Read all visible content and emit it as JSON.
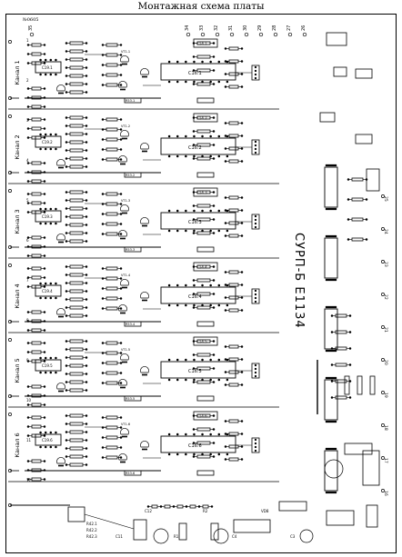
{
  "title": "Монтажная схема платы",
  "board": {
    "serial": "№0605",
    "model_code": "СУРП-Б  Е1134",
    "channels": [
      {
        "label": "Канал 1",
        "big_ic": "C16.1",
        "small_ic": "C19.1",
        "cap": "C14.1",
        "res": "R53.1",
        "tr": "VT1.1"
      },
      {
        "label": "Канал 2",
        "big_ic": "C16.2",
        "small_ic": "C19.2",
        "cap": "C14.2",
        "res": "R53.2",
        "tr": "VT1.2"
      },
      {
        "label": "Канал 3",
        "big_ic": "C16.3",
        "small_ic": "C19.3",
        "cap": "C14.3",
        "res": "R53.3",
        "tr": "VT1.3"
      },
      {
        "label": "Канал 4",
        "big_ic": "C16.4",
        "small_ic": "C19.4",
        "cap": "C14.4",
        "res": "R53.4",
        "tr": "VT1.4"
      },
      {
        "label": "Канал 5",
        "big_ic": "C16.5",
        "small_ic": "C19.5",
        "cap": "C14.5",
        "res": "R53.5",
        "tr": "VT1.5"
      },
      {
        "label": "Канал 6",
        "big_ic": "C16.6",
        "small_ic": "C19.6",
        "cap": "C14.6",
        "res": "R53.6",
        "tr": "VT1.6"
      }
    ],
    "top_pads": [
      "35",
      "34",
      "33",
      "32",
      "31",
      "30",
      "29",
      "28",
      "27",
      "26"
    ],
    "right_pads": [
      "25",
      "24",
      "23",
      "22",
      "21",
      "20",
      "19",
      "18",
      "17",
      "16"
    ],
    "left_pads": [
      "1",
      "2",
      "3",
      "4",
      "5",
      "6",
      "7",
      "8",
      "9",
      "10",
      "11",
      "12"
    ],
    "bottom_labels": [
      "R42.1",
      "R42.2",
      "R42.3",
      "C11",
      "C12",
      "R1",
      "R2",
      "C4",
      "VD8",
      "C3"
    ]
  }
}
